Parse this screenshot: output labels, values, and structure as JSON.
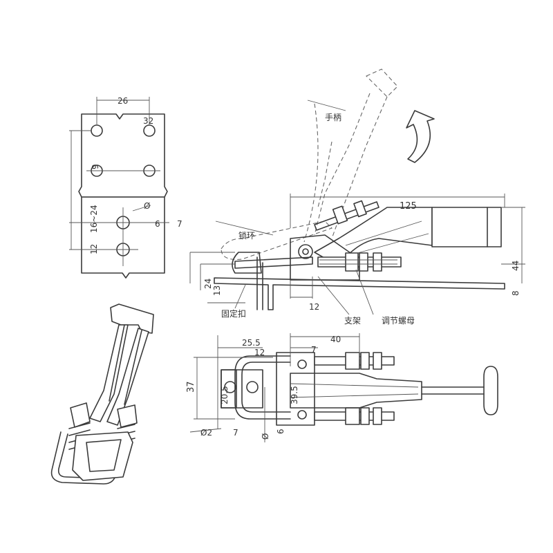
{
  "labels": {
    "handle": "手柄",
    "lock_ring": "锁环",
    "fixed_buckle": "固定扣",
    "bracket": "支架",
    "adjust_nut": "调节螺母"
  },
  "plate_dims": {
    "width": "26",
    "hole_spacing": "32",
    "hole_dia": "9",
    "range": "16~24",
    "bottom": "12",
    "slot_dia": "Ø",
    "slot_w": "6",
    "slot_w2": "7"
  },
  "side_dims": {
    "length": "125",
    "height": "44",
    "base_thk": "8",
    "h1": "24",
    "h2": "13",
    "bracket_w": "12"
  },
  "top_dims": {
    "d40": "40",
    "d25_5": "25.5",
    "d7": "7",
    "d12": "12",
    "d37": "37",
    "d20": "20.5",
    "d39": "39.5",
    "phi2": "Ø2",
    "d7b": "7",
    "phi6": "Ø",
    "d6": "6"
  }
}
